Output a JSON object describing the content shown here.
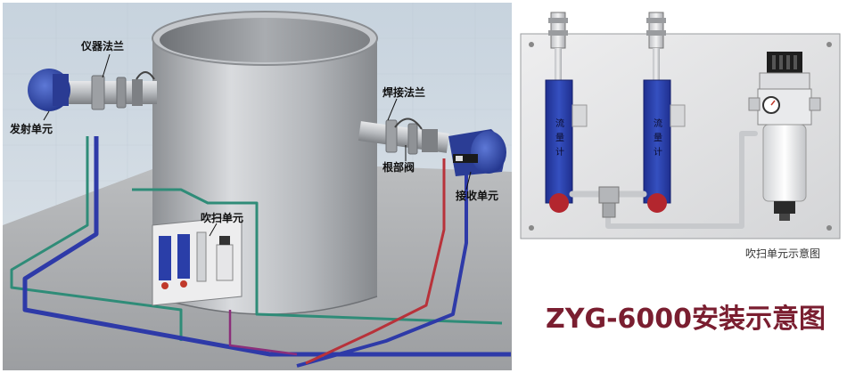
{
  "installation_labels": {
    "instrument_flange": "仪器法兰",
    "transmitter_unit": "发射单元",
    "welded_flange": "焊接法兰",
    "root_valve": "根部阀",
    "receiver_unit": "接收单元",
    "purge_unit": "吹扫单元"
  },
  "purge_detail": {
    "flowmeter_text": [
      "流",
      "量",
      "计"
    ],
    "caption": "吹扫单元示意图"
  },
  "title": "ZYG-6000安装示意图",
  "colors": {
    "title": "#7a1e30",
    "background_sky": "#cfd7df",
    "floor": "#a7a9ab",
    "pipe_green": "#2f8c78",
    "pipe_blue": "#2e3aa8",
    "pipe_red": "#b8323a",
    "flowmeter_blue": "#2a3ea8"
  }
}
